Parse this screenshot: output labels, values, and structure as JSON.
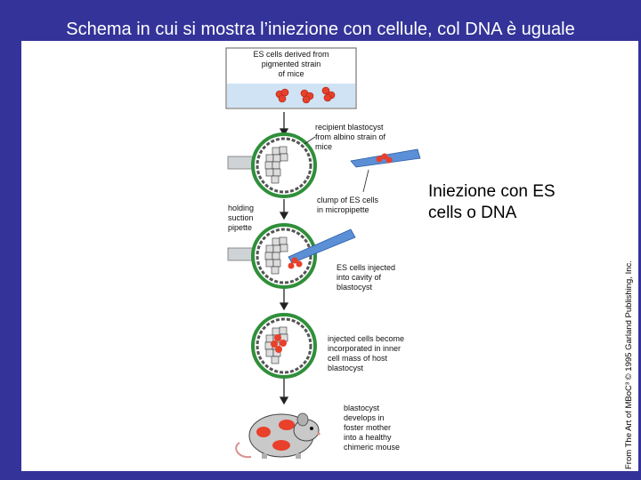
{
  "slide": {
    "title": "Schema in cui si mostra l’iniezione con cellule, col DNA è uguale"
  },
  "annotation": {
    "line1": "Iniezione con ES",
    "line2": "cells o DNA"
  },
  "copyright": "From The Art of MBoC³ © 1995 Garland Publishing, Inc.",
  "figure": {
    "labels": {
      "es_cells_line1": "ES cells derived from",
      "es_cells_line2": "pigmented strain",
      "es_cells_line3": "of mice",
      "recipient_line1": "recipient blastocyst",
      "recipient_line2": "from albino strain of",
      "recipient_line3": "mice",
      "holding_line1": "holding",
      "holding_line2": "suction",
      "holding_line3": "pipette",
      "clump_line1": "clump of ES cells",
      "clump_line2": "in micropipette",
      "injected_line1": "ES cells injected",
      "injected_line2": "into cavity of",
      "injected_line3": "blastocyst",
      "incorporated_line1": "injected cells become",
      "incorporated_line2": "incorporated in inner",
      "incorporated_line3": "cell mass of host",
      "incorporated_line4": "blastocyst",
      "develops_line1": "blastocyst",
      "develops_line2": "develops in",
      "develops_line3": "foster mother",
      "develops_line4": "into a healthy",
      "develops_line5": "chimeric mouse"
    },
    "colors": {
      "background": "#333399",
      "es_cells": "#e8402a",
      "dish_liquid": "#cfe3f4",
      "pipette": "#5b8fd6",
      "membrane": "#2f8f3a"
    }
  }
}
